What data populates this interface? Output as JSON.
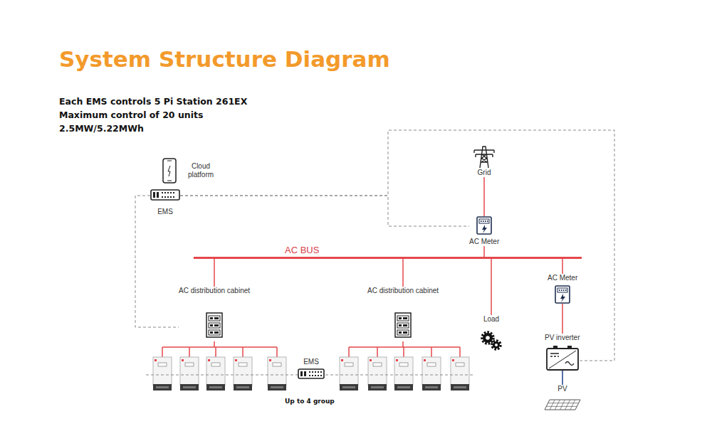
{
  "diagram": {
    "title": "System Structure Diagram",
    "nodes": [
      {
        "text": [
          "Cloud platform"
        ]
      },
      {
        "text": [
          "EMS"
        ]
      },
      {
        "text": [
          "Grid"
        ]
      },
      {
        "text": [
          "AC Meter"
        ]
      },
      {
        "text": [
          "AC BUS"
        ]
      },
      {
        "text": [
          "AC distribution cabinet"
        ]
      },
      {
        "text": [
          "AC distribution cabinet"
        ]
      },
      {
        "text": [
          "AC Meter"
        ]
      },
      {
        "text": [
          "Load"
        ]
      },
      {
        "text": [
          "PV inverter"
        ]
      },
      {
        "text": [
          "EMS"
        ]
      },
      {
        "text": [
          "PV"
        ]
      }
    ],
    "edges": [
      {
        "from": 2,
        "to": 3,
        "arrow": "none"
      },
      {
        "from": 3,
        "to": 4,
        "arrow": "none"
      },
      {
        "from": 4,
        "to": 5,
        "arrow": "none"
      },
      {
        "from": 4,
        "to": 6,
        "arrow": "none"
      },
      {
        "from": 4,
        "to": 8,
        "arrow": "none"
      },
      {
        "from": 4,
        "to": 7,
        "arrow": "none"
      },
      {
        "from": 7,
        "to": 9,
        "arrow": "none"
      },
      {
        "from": 9,
        "to": 11,
        "arrow": "none"
      },
      {
        "from": 1,
        "to": 3,
        "arrow": "none"
      },
      {
        "from": 1,
        "to": 9,
        "arrow": "none"
      },
      {
        "from": 1,
        "to": 5,
        "arrow": "none"
      }
    ],
    "labels": [
      "Each EMS controls 5 Pi Station 261EX",
      "Maximum control of 20 units",
      "2.5MW/5.22MWh",
      "Up to 4 group"
    ]
  }
}
